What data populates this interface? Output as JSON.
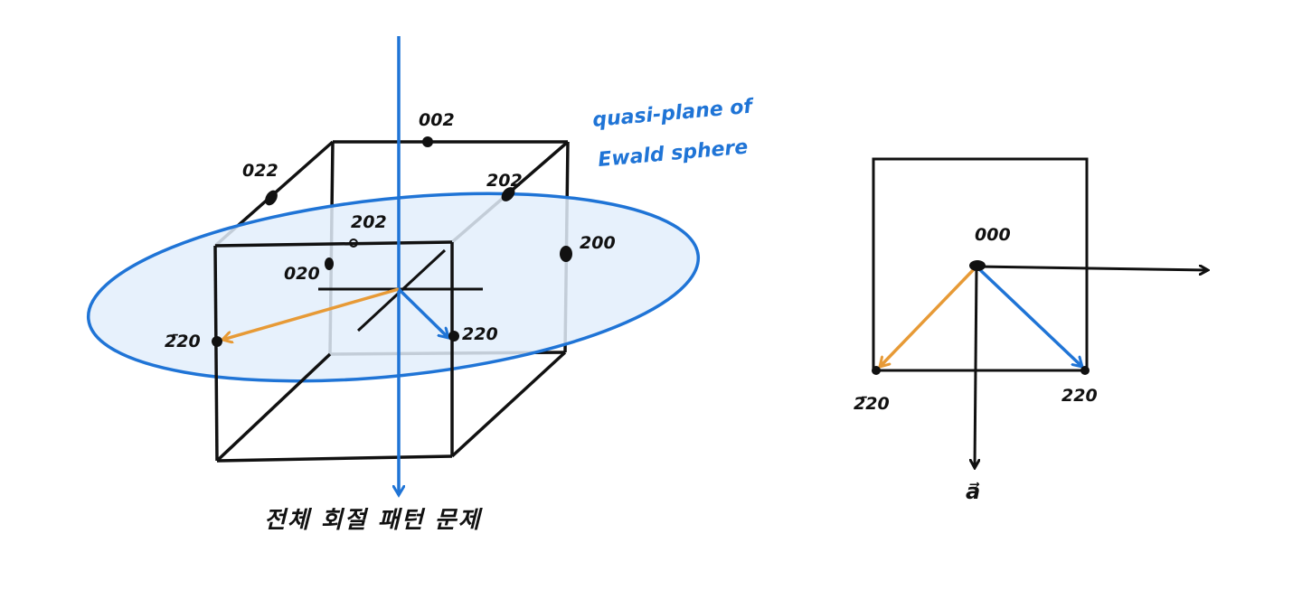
{
  "colors": {
    "ink": "#111111",
    "blue": "#1f74d6",
    "orange": "#e79a36",
    "plane_fill": "#e3eefb"
  },
  "left_figure": {
    "plane_label": [
      "quasi-plane of",
      "Ewald sphere"
    ],
    "caption": "전체 회절 패턴 문제",
    "points": {
      "p002": "002",
      "p202": "202",
      "p022": "022",
      "p202_front": "202",
      "p200": "200",
      "p020": "020",
      "p220": "220",
      "p2b0": "2̄20"
    }
  },
  "right_figure": {
    "origin": "000",
    "p2b0": "2̄20",
    "p220": "220",
    "vector_label": "a⃗"
  }
}
